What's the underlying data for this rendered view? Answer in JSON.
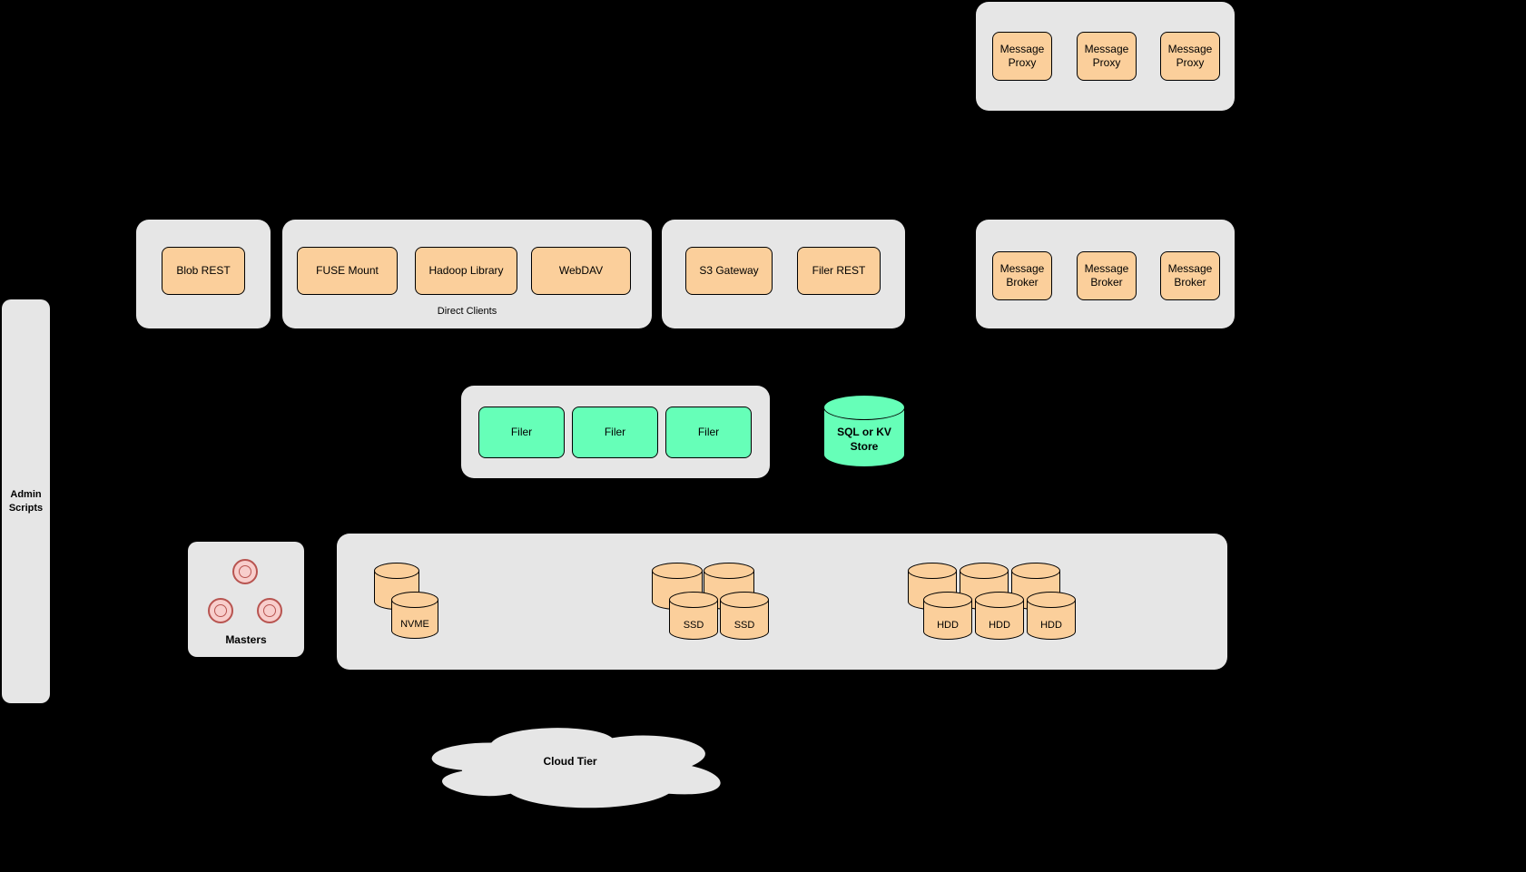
{
  "canvas": {
    "background": "#000000"
  },
  "colors": {
    "group_fill": "#e6e6e6",
    "node_orange": "#fbcf9b",
    "node_green": "#66ffb8",
    "circle_pink": "#f8cecc",
    "circle_stroke": "#b85450"
  },
  "proxy_group": {
    "items": [
      "Message Proxy",
      "Message Proxy",
      "Message Proxy"
    ]
  },
  "blob_group": {
    "items": [
      "Blob REST"
    ]
  },
  "direct_clients_group": {
    "label": "Direct Clients",
    "items": [
      "FUSE Mount",
      "Hadoop Library",
      "WebDAV"
    ]
  },
  "gateway_group": {
    "items": [
      "S3 Gateway",
      "Filer REST"
    ]
  },
  "broker_group": {
    "items": [
      "Message Broker",
      "Message Broker",
      "Message Broker"
    ]
  },
  "filer_group": {
    "items": [
      "Filer",
      "Filer",
      "Filer"
    ]
  },
  "kv_store": {
    "label": "SQL or KV Store"
  },
  "admin_panel": {
    "label": "Admin Scripts"
  },
  "masters_group": {
    "label": "Masters"
  },
  "volume_group": {
    "nvme": "NVME",
    "ssd": [
      "SSD",
      "SSD"
    ],
    "hdd": [
      "HDD",
      "HDD",
      "HDD"
    ]
  },
  "cloud": {
    "label": "Cloud Tier"
  }
}
